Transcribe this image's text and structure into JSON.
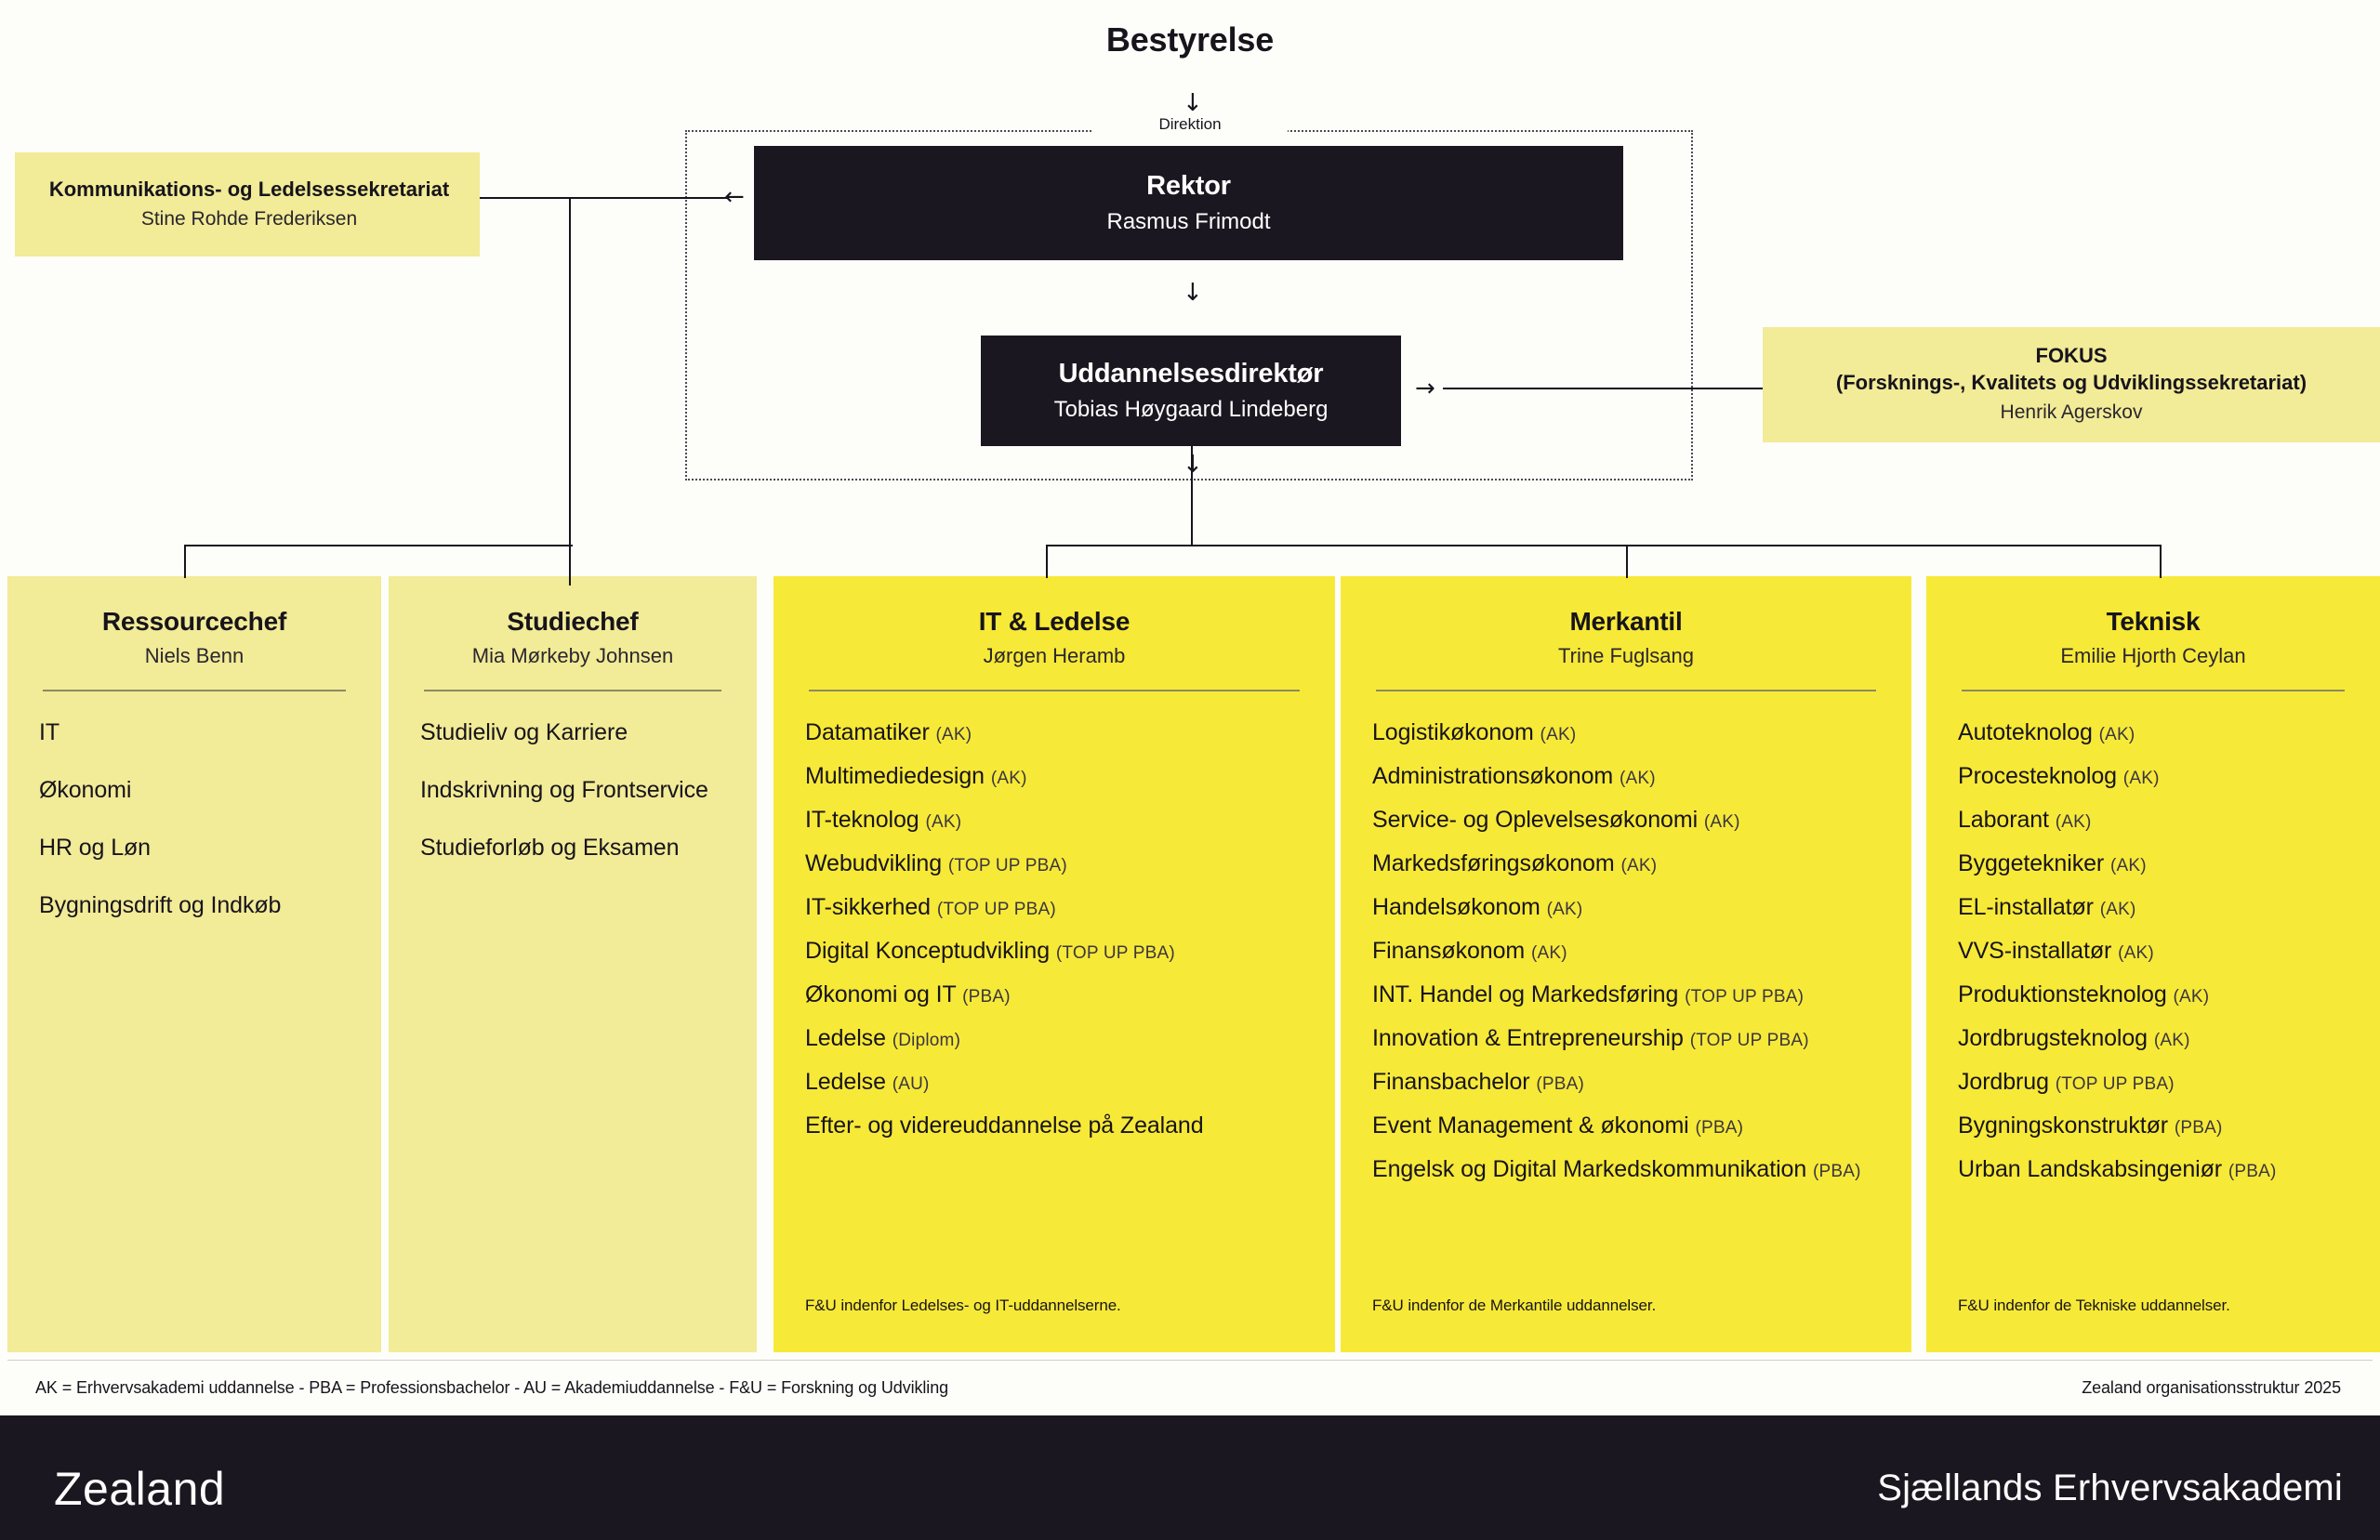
{
  "colors": {
    "page_bg": "#fdfdfa",
    "dark": "#1b1720",
    "yellow_light": "#f2eb97",
    "yellow_bright": "#f7e937",
    "rule": "#8c8a63"
  },
  "top": {
    "board_label": "Bestyrelse",
    "arrow_down": "↓",
    "direktion_label": "Direktion",
    "arrow_left": "←",
    "arrow_right": "→"
  },
  "executives": [
    {
      "title": "Rektor",
      "name": "Rasmus Frimodt"
    },
    {
      "title": "Uddannelsesdirektør",
      "name": "Tobias Høygaard Lindeberg"
    }
  ],
  "secretariats": {
    "left": {
      "title": "Kommunikations- og Ledelsessekretariat",
      "name": "Stine Rohde Frederiksen"
    },
    "right": {
      "title_line1": "FOKUS",
      "title_line2": "(Forsknings-, Kvalitets og Udviklingssekretariat)",
      "name": "Henrik Agerskov"
    }
  },
  "columns": [
    {
      "title": "Ressourcechef",
      "name": "Niels Benn",
      "tone": "light",
      "spaced": true,
      "items": [
        {
          "label": "IT",
          "tag": ""
        },
        {
          "label": "Økonomi",
          "tag": ""
        },
        {
          "label": "HR og Løn",
          "tag": ""
        },
        {
          "label": "Bygningsdrift og Indkøb",
          "tag": ""
        }
      ],
      "fu_note": ""
    },
    {
      "title": "Studiechef",
      "name": "Mia Mørkeby Johnsen",
      "tone": "light",
      "spaced": true,
      "items": [
        {
          "label": "Studieliv og Karriere",
          "tag": ""
        },
        {
          "label": "Indskrivning og Frontservice",
          "tag": ""
        },
        {
          "label": "Studieforløb og Eksamen",
          "tag": ""
        }
      ],
      "fu_note": ""
    },
    {
      "title": "IT & Ledelse",
      "name": "Jørgen Heramb",
      "tone": "bright",
      "spaced": false,
      "items": [
        {
          "label": "Datamatiker",
          "tag": "(AK)"
        },
        {
          "label": "Multimediedesign",
          "tag": "(AK)"
        },
        {
          "label": "IT-teknolog",
          "tag": "(AK)"
        },
        {
          "label": "Webudvikling",
          "tag": "(TOP UP PBA)"
        },
        {
          "label": "IT-sikkerhed",
          "tag": "(TOP UP PBA)"
        },
        {
          "label": "Digital Konceptudvikling",
          "tag": "(TOP UP PBA)"
        },
        {
          "label": "Økonomi og IT",
          "tag": "(PBA)"
        },
        {
          "label": "Ledelse",
          "tag": "(Diplom)"
        },
        {
          "label": "Ledelse",
          "tag": "(AU)"
        },
        {
          "label": "Efter- og videreuddannelse på Zealand",
          "tag": ""
        }
      ],
      "fu_note": "F&U indenfor Ledelses- og IT-uddannelserne."
    },
    {
      "title": "Merkantil",
      "name": "Trine Fuglsang",
      "tone": "bright",
      "spaced": false,
      "items": [
        {
          "label": "Logistikøkonom",
          "tag": "(AK)"
        },
        {
          "label": "Administrationsøkonom",
          "tag": "(AK)"
        },
        {
          "label": "Service- og Oplevelsesøkonomi",
          "tag": "(AK)"
        },
        {
          "label": "Markedsføringsøkonom",
          "tag": "(AK)"
        },
        {
          "label": "Handelsøkonom",
          "tag": "(AK)"
        },
        {
          "label": "Finansøkonom",
          "tag": "(AK)"
        },
        {
          "label": "INT. Handel og Markedsføring",
          "tag": "(TOP UP PBA)"
        },
        {
          "label": "Innovation & Entrepreneurship",
          "tag": "(TOP UP PBA)"
        },
        {
          "label": "Finansbachelor",
          "tag": "(PBA)"
        },
        {
          "label": "Event Management & økonomi",
          "tag": "(PBA)"
        },
        {
          "label": "Engelsk og Digital Markedskommunikation",
          "tag": "(PBA)"
        }
      ],
      "fu_note": "F&U indenfor de Merkantile uddannelser."
    },
    {
      "title": "Teknisk",
      "name": "Emilie Hjorth Ceylan",
      "tone": "bright",
      "spaced": false,
      "items": [
        {
          "label": "Autoteknolog",
          "tag": "(AK)"
        },
        {
          "label": "Procesteknolog",
          "tag": "(AK)"
        },
        {
          "label": "Laborant",
          "tag": "(AK)"
        },
        {
          "label": "Byggetekniker",
          "tag": "(AK)"
        },
        {
          "label": "EL-installatør",
          "tag": "(AK)"
        },
        {
          "label": "VVS-installatør",
          "tag": "(AK)"
        },
        {
          "label": "Produktionsteknolog",
          "tag": "(AK)"
        },
        {
          "label": "Jordbrugsteknolog",
          "tag": "(AK)"
        },
        {
          "label": "Jordbrug",
          "tag": "(TOP UP PBA)"
        },
        {
          "label": "Bygningskonstruktør",
          "tag": "(PBA)"
        },
        {
          "label": "Urban Landskabsingeniør",
          "tag": "(PBA)"
        }
      ],
      "fu_note": "F&U indenfor de Tekniske uddannelser."
    }
  ],
  "legend": {
    "abbreviations": "AK = Erhvervsakademi uddannelse  -  PBA = Professionsbachelor  -  AU = Akademiuddannelse  -  F&U = Forskning og Udvikling",
    "document_title": "Zealand organisationsstruktur 2025"
  },
  "footer": {
    "logo": "Zealand",
    "subtitle": "Sjællands Erhvervsakademi"
  }
}
